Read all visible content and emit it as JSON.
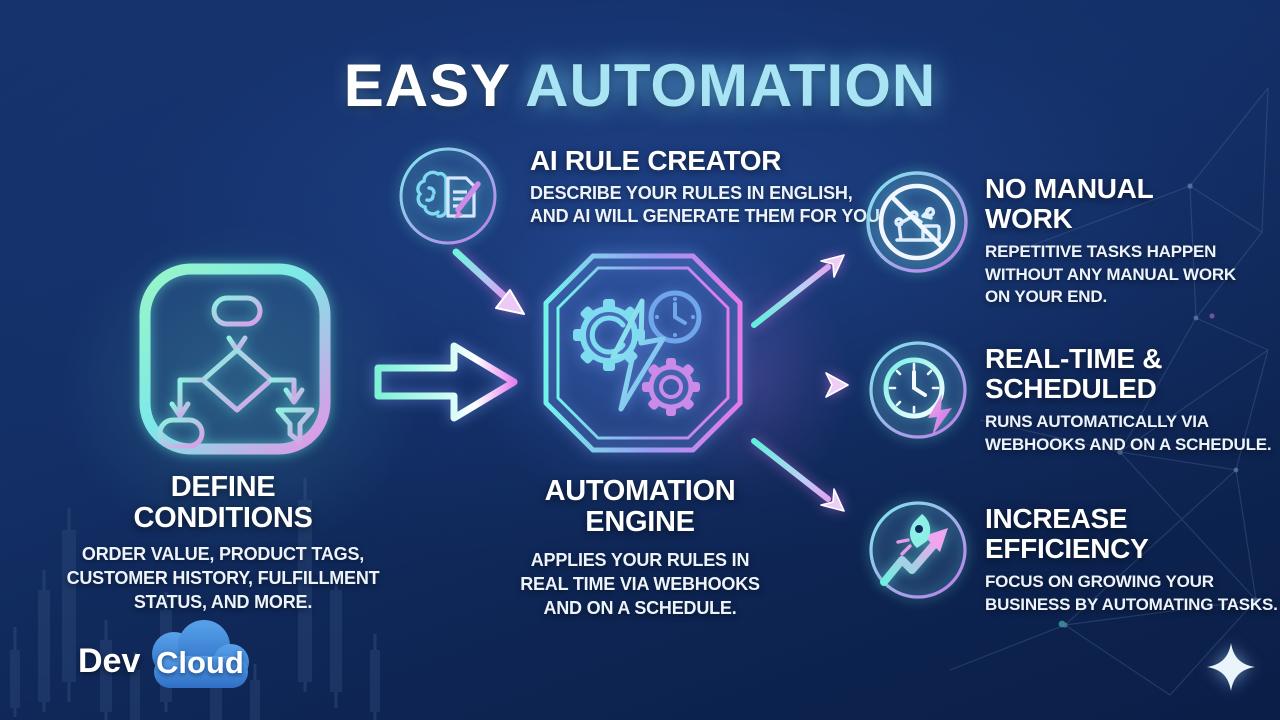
{
  "title": {
    "part1": "EASY",
    "part2": "AUTOMATION"
  },
  "sections": {
    "ai_rule_creator": {
      "heading": "AI RULE CREATOR",
      "body": [
        "DESCRIBE YOUR RULES IN ENGLISH,",
        "AND AI WILL GENERATE THEM FOR YOU."
      ]
    },
    "define_conditions": {
      "heading": [
        "DEFINE",
        "CONDITIONS"
      ],
      "body": [
        "ORDER VALUE, PRODUCT TAGS,",
        "CUSTOMER HISTORY, FULFILLMENT",
        "STATUS, AND MORE."
      ]
    },
    "automation_engine": {
      "heading": [
        "AUTOMATION",
        "ENGINE"
      ],
      "body": [
        "APPLIES YOUR RULES IN",
        "REAL TIME VIA WEBHOOKS",
        "AND ON A SCHEDULE."
      ]
    }
  },
  "benefits": [
    {
      "heading": [
        "NO MANUAL",
        "WORK"
      ],
      "body": [
        "REPETITIVE TASKS HAPPEN",
        "WITHOUT ANY MANUAL WORK",
        "ON YOUR END."
      ],
      "icon": "no-manual-work-icon"
    },
    {
      "heading": [
        "REAL-TIME &",
        "SCHEDULED"
      ],
      "body": [
        "RUNS AUTOMATICALLY VIA",
        "WEBHOOKS AND ON A SCHEDULE."
      ],
      "icon": "clock-lightning-icon"
    },
    {
      "heading": [
        "INCREASE",
        "EFFICIENCY"
      ],
      "body": [
        "FOCUS ON GROWING YOUR",
        "BUSINESS BY AUTOMATING TASKS."
      ],
      "icon": "rocket-growth-icon"
    }
  ],
  "logo": {
    "part1": "Dev",
    "part2": "Cloud"
  },
  "icons": {
    "left": "flowchart-icon",
    "ai": "brain-document-icon",
    "center": "automation-engine-icon",
    "big_arrow": "big-right-arrow-icon",
    "footer": "sparkle-icon",
    "logo_shape": "cloud-icon"
  },
  "colors": {
    "background": "#132f66",
    "accent_cyan": "#7df0e4",
    "accent_mint": "#93f6c8",
    "accent_pink": "#e07ae8",
    "title_cyan": "#a9e4f4",
    "cloud_blue": "#3f87d9",
    "text": "#f1f5fc"
  }
}
